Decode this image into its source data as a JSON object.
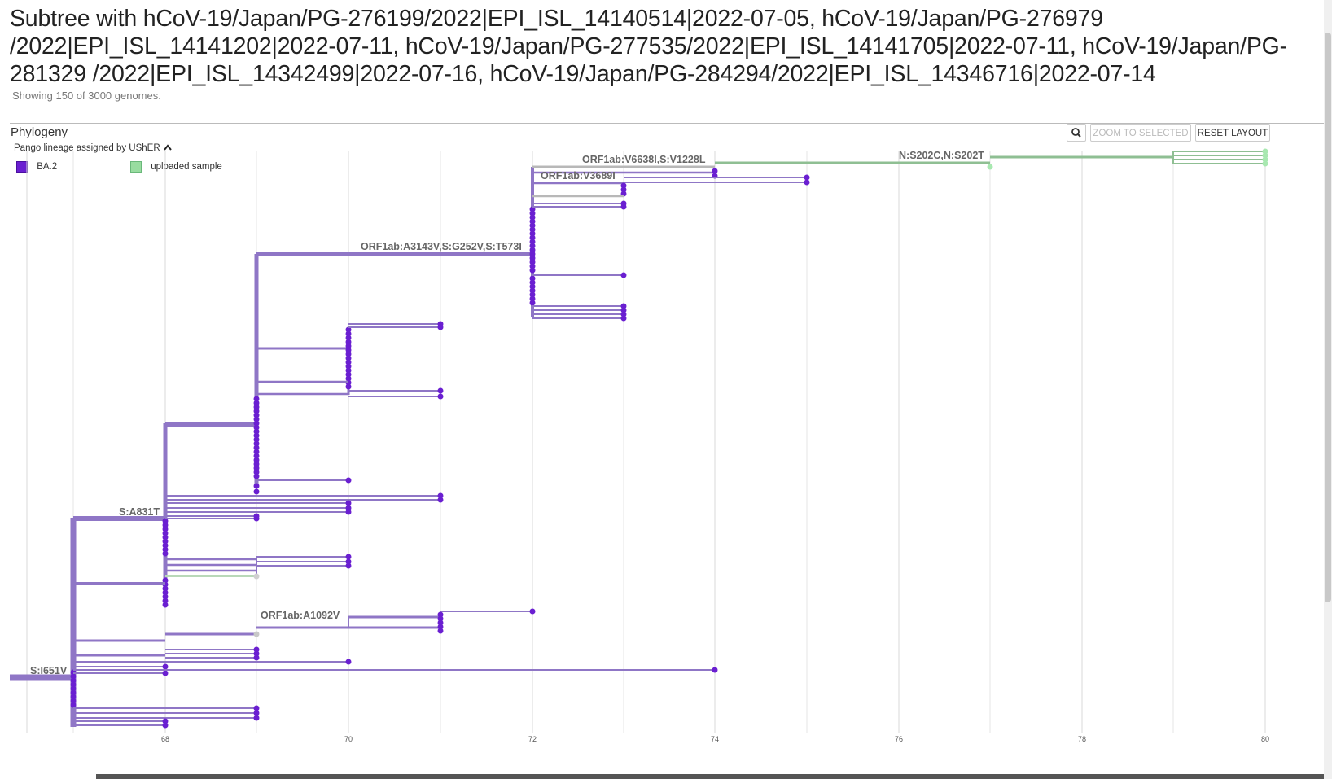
{
  "header": {
    "title": "Subtree with hCoV-19/Japan/PG-276199/2022|EPI_ISL_14140514|2022-07-05, hCoV-19/Japan/PG-276979 /2022|EPI_ISL_14141202|2022-07-11, hCoV-19/Japan/PG-277535/2022|EPI_ISL_14141705|2022-07-11, hCoV-19/Japan/PG-281329 /2022|EPI_ISL_14342499|2022-07-16, hCoV-19/Japan/PG-284294/2022|EPI_ISL_14346716|2022-07-14",
    "subtitle": "Showing 150 of 3000 genomes."
  },
  "panel": {
    "label": "Phylogeny",
    "zoom_icon": "magnifier-icon",
    "zoom_to_selected": "ZOOM TO SELECTED",
    "reset_layout": "RESET LAYOUT",
    "color_by_label": "Pango lineage assigned by UShER",
    "legend": [
      {
        "label": "BA.2",
        "color": "#6a1fd1",
        "border": "#4a0fa0"
      },
      {
        "label": "uploaded sample",
        "color": "#98dca0",
        "border": "#6ab87a"
      }
    ]
  },
  "colors": {
    "branch": "#8f76c6",
    "node": "#6a1fd1",
    "uploaded": "#8fbf93",
    "grey": "#b8b8b8"
  },
  "axis": {
    "ticks": [
      "68",
      "70",
      "72",
      "74",
      "76",
      "78",
      "80"
    ]
  },
  "mutations": [
    "S:I651V",
    "S:A831T",
    "ORF1ab:A3143V,S:G252V,S:T573I",
    "ORF1ab:V6638I,S:V1228L",
    "ORF1ab:V3689I",
    "N:S202C,N:S202T",
    "ORF1ab:A1092V"
  ]
}
